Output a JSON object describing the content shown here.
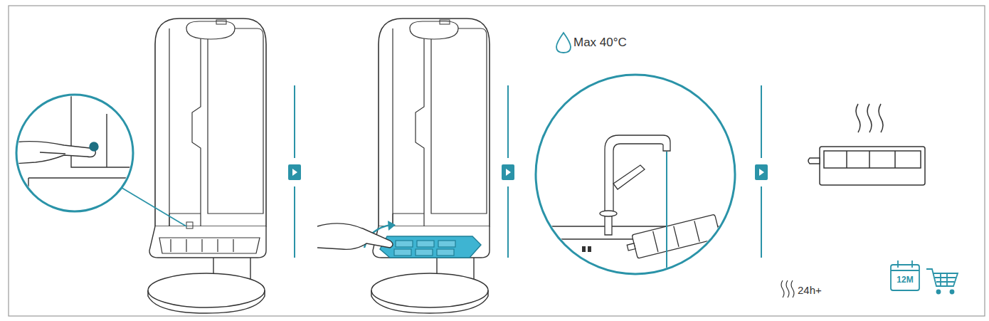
{
  "diagram": {
    "labels": [
      "Max 40°C",
      "24h+",
      "12M"
    ]
  }
}
